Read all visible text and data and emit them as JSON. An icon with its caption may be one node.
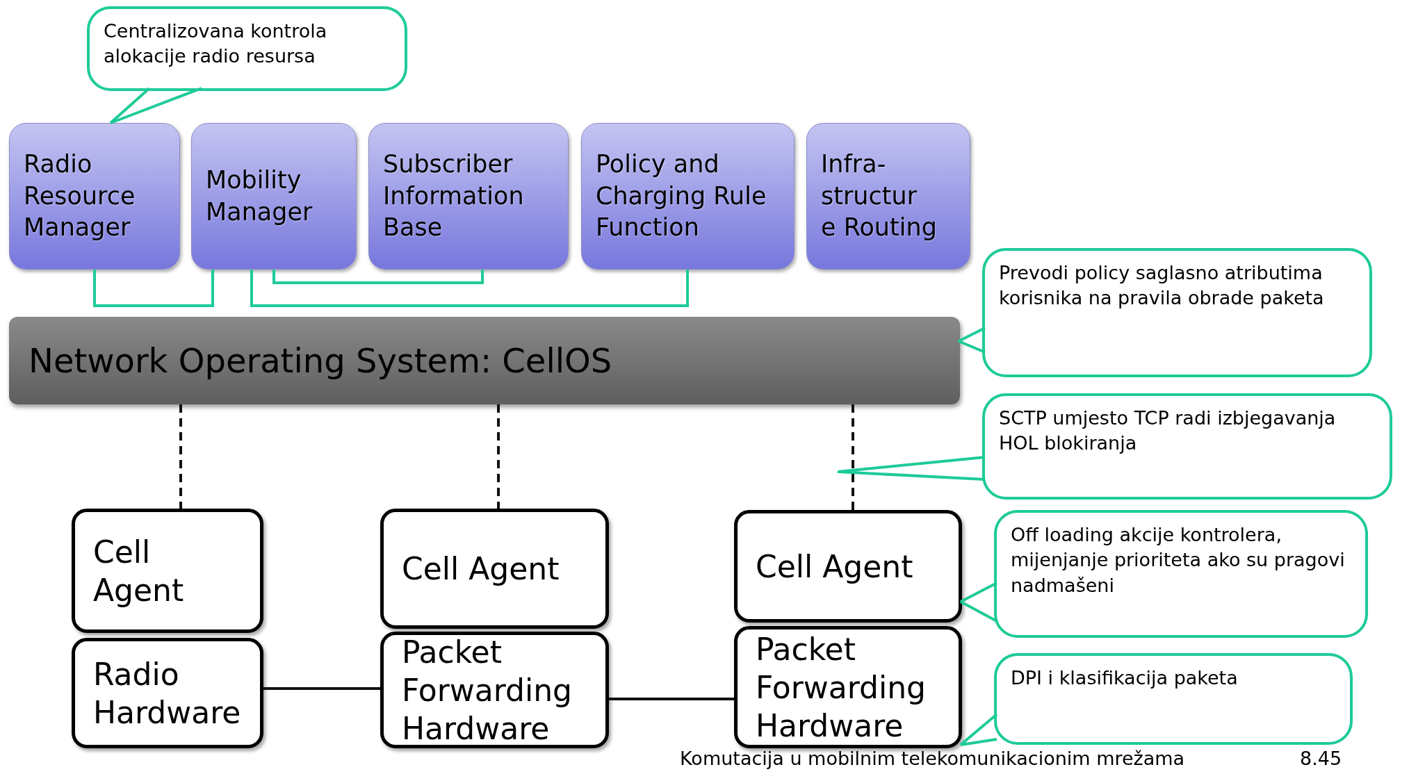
{
  "diagram": {
    "nodes": [
      {
        "text": [
          "Centralizovana kontrola alokacije radio resursa"
        ]
      },
      {
        "text": [
          "Radio Resource Manager"
        ]
      },
      {
        "text": [
          "Mobility Manager"
        ]
      },
      {
        "text": [
          "Subscriber Information Base"
        ]
      },
      {
        "text": [
          "Policy and Charging Rule Function"
        ]
      },
      {
        "text": [
          "Infra- structur e Routing"
        ]
      },
      {
        "text": [
          "Network Operating System: CellOS"
        ]
      },
      {
        "text": [
          "Prevodi policy saglasno atributima korisnika na pravila obrade paketa"
        ]
      },
      {
        "text": [
          "SCTP umjesto TCP radi izbjegavanja HOL blokiranja"
        ]
      },
      {
        "text": [
          "Off loading akcije kontrolera, mijenjanje prioriteta ako su pragovi nadmašeni"
        ]
      },
      {
        "text": [
          "DPI i klasifikacija paketa"
        ]
      },
      {
        "text": [
          "Cell Agent"
        ]
      },
      {
        "text": [
          "Radio Hardware"
        ]
      },
      {
        "text": [
          "Cell Agent"
        ]
      },
      {
        "text": [
          "Packet Forwarding Hardware"
        ]
      },
      {
        "text": [
          "Cell Agent"
        ]
      },
      {
        "text": [
          "Packet Forwarding Hardware"
        ]
      }
    ],
    "edges": [
      {
        "from": 0,
        "to": 1,
        "arrow": "none",
        "color": "#1ecb98"
      },
      {
        "from": 1,
        "to": 2,
        "arrow": "none",
        "color": "#1ecb98"
      },
      {
        "from": 2,
        "to": 3,
        "arrow": "none",
        "color": "#1ecb98"
      },
      {
        "from": 2,
        "to": 4,
        "arrow": "none",
        "color": "#1ecb98"
      },
      {
        "from": 6,
        "to": 11,
        "arrow": "none",
        "style": "dashed",
        "color": "#111111"
      },
      {
        "from": 6,
        "to": 13,
        "arrow": "none",
        "style": "dashed",
        "color": "#111111"
      },
      {
        "from": 6,
        "to": 15,
        "arrow": "none",
        "style": "dashed",
        "color": "#111111"
      },
      {
        "from": 7,
        "to": 6,
        "arrow": "none",
        "color": "#1ecb98"
      },
      {
        "from": 8,
        "to": null,
        "arrow": "none",
        "color": "#1ecb98"
      },
      {
        "from": 9,
        "to": 15,
        "arrow": "none",
        "color": "#1ecb98"
      },
      {
        "from": 10,
        "to": 16,
        "arrow": "none",
        "color": "#1ecb98"
      },
      {
        "from": 12,
        "to": 14,
        "arrow": "none",
        "color": "#111111"
      },
      {
        "from": 14,
        "to": 16,
        "arrow": "none",
        "color": "#111111"
      }
    ],
    "labels": [
      "Komutacija u mobilnim telekomunikacionim mrežama",
      "8.45"
    ]
  }
}
